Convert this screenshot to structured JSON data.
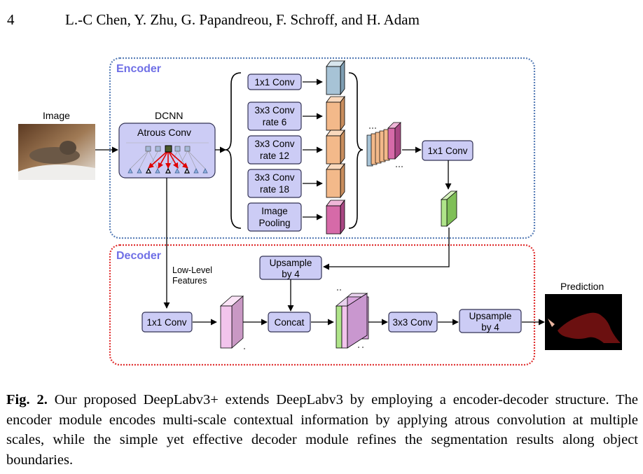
{
  "header": {
    "page_number": "4",
    "authors": "L.-C Chen, Y. Zhu, G. Papandreou, F. Schroff, and H. Adam"
  },
  "figure": {
    "encoder_title": "Encoder",
    "decoder_title": "Decoder",
    "image_label": "Image",
    "dcnn_label": "DCNN",
    "atrous_conv_label": "Atrous Conv",
    "aspp_blocks": [
      {
        "line1": "1x1 Conv",
        "line2": ""
      },
      {
        "line1": "3x3 Conv",
        "line2": "rate 6"
      },
      {
        "line1": "3x3 Conv",
        "line2": "rate 12"
      },
      {
        "line1": "3x3 Conv",
        "line2": "rate 18"
      },
      {
        "line1": "Image",
        "line2": "Pooling"
      }
    ],
    "encoder_1x1_conv": "1x1 Conv",
    "low_level_line1": "Low-Level",
    "low_level_line2": "Features",
    "upsample1_line1": "Upsample",
    "upsample1_line2": "by 4",
    "decoder_1x1_conv": "1x1 Conv",
    "concat": "Concat",
    "conv3x3": "3x3 Conv",
    "upsample2_line1": "Upsample",
    "upsample2_line2": "by 4",
    "prediction_label": "Prediction",
    "colors": {
      "encoder_border": "#5b80b8",
      "decoder_border": "#e03030",
      "title_blue": "#6f6fe6",
      "block_fill": "#ccccf5",
      "block_stroke": "#333355",
      "feat_blue": "#a7c3d6",
      "feat_orange": "#f3b98a",
      "feat_pink": "#d66aa8",
      "feat_green": "#b0e58a",
      "feat_purple": "#d9a6de",
      "feat_lightpink": "#f2c4ec"
    }
  },
  "caption": {
    "label": "Fig. 2.",
    "text": " Our proposed DeepLabv3+ extends DeepLabv3 by employing a encoder-decoder structure. The encoder module encodes multi-scale contextual information by applying atrous convolution at multiple scales, while the simple yet effective decoder module refines the segmentation results along object boundaries."
  }
}
